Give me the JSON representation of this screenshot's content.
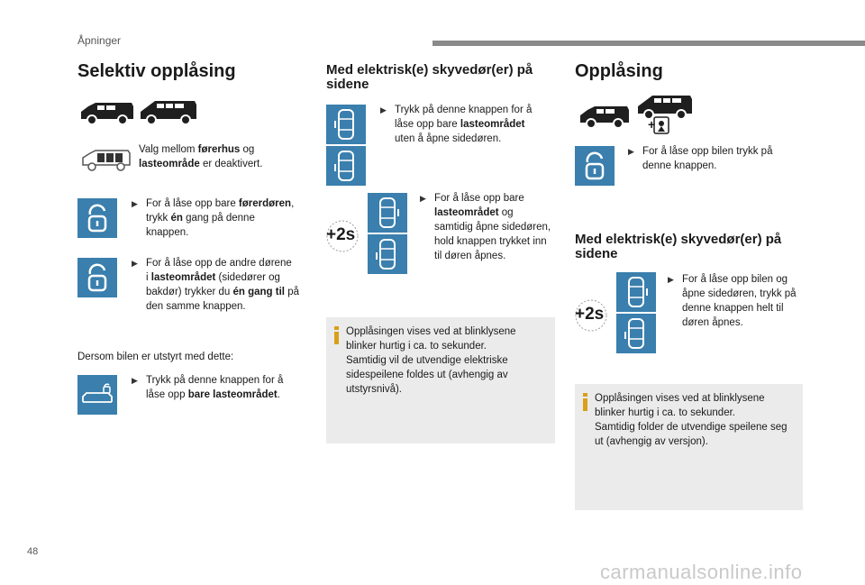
{
  "header": {
    "section": "Åpninger"
  },
  "col1": {
    "title": "Selektiv opplåsing",
    "note_pre": "Valg mellom ",
    "note_b1": "førerhus",
    "note_mid": " og",
    "note_b2": "lasteområde",
    "note_post": " er deaktivert.",
    "item1": {
      "pre": "For å låse opp bare ",
      "b1": "førerdøren",
      "mid": ",",
      "line2_pre": "trykk ",
      "b2": "én",
      "line2_post": " gang på denne",
      "line3": "knappen."
    },
    "item2": {
      "line1": "For å låse opp de andre dørene",
      "line2_pre": "i ",
      "b1": "lasteområdet",
      "line2_post": " (sidedører og",
      "line3_pre": "bakdør) trykker du ",
      "b2": "én gang til",
      "line3_post": " på",
      "line4": "den samme knappen."
    },
    "condition": "Dersom bilen er utstyrt med dette:",
    "item3": {
      "line1": "Trykk på denne knappen for å",
      "line2_pre": "låse opp ",
      "b1": "bare lasteområdet",
      "line2_post": "."
    }
  },
  "col2": {
    "title_line1": "Med elektrisk(e) skyvedør(er) på",
    "title_line2": "sidene",
    "item1": {
      "line1": "Trykk på denne knappen for å",
      "line2_pre": "låse opp bare ",
      "b1": "lasteområdet",
      "line3": "uten å åpne sidedøren."
    },
    "item2": {
      "line1": "For å låse opp bare",
      "b1": "lasteområdet",
      "line2_post": " og",
      "line3": "samtidig åpne sidedøren,",
      "line4": "hold knappen trykket inn",
      "line5": "til døren åpnes."
    },
    "twos": "+2s",
    "info": {
      "line1": "Opplåsingen vises ved at blinklysene",
      "line2": "blinker hurtig i ca. to sekunder.",
      "line3": "Samtidig vil de utvendige elektriske",
      "line4": "sidespeilene foldes ut (avhengig av",
      "line5": "utstyrsnivå)."
    }
  },
  "col3": {
    "title": "Opplåsing",
    "item1": {
      "line1": "For å låse opp bilen trykk på",
      "line2": "denne knappen."
    },
    "subtitle_line1": "Med elektrisk(e) skyvedør(er) på",
    "subtitle_line2": "sidene",
    "item2": {
      "line1": "For å låse opp bilen og",
      "line2": "åpne sidedøren, trykk på",
      "line3": "denne knappen helt til",
      "line4": "døren åpnes."
    },
    "twos": "+2s",
    "plus": "+",
    "info": {
      "line1": "Opplåsingen vises ved at blinklysene",
      "line2": "blinker hurtig i ca. to sekunder.",
      "line3": "Samtidig folder de utvendige speilene seg",
      "line4": "ut (avhengig av versjon)."
    }
  },
  "footer": {
    "page": "48",
    "watermark": "carmanualsonline.info"
  },
  "colors": {
    "icon_blue": "#3a7fad",
    "info_bg": "#ebebeb",
    "info_accent": "#d8a01a"
  }
}
